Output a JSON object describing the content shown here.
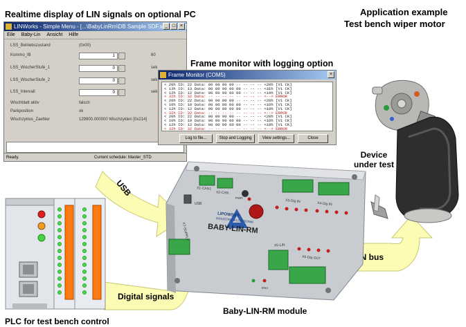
{
  "labels": {
    "realtime": "Realtime display of LIN signals on optional PC",
    "app_line1": "Application example",
    "app_line2": "Test bench wiper motor",
    "frame_monitor": "Frame monitor with logging option",
    "usb": "USB",
    "device_line1": "Device",
    "device_line2": "under test",
    "lin_bus": "LIN bus",
    "digital_signals": "Digital signals",
    "module": "Baby-LIN-RM module",
    "plc": "PLC for test bench control"
  },
  "lin_window": {
    "title": "LINWorks - Simple Menu - [...\\BabyLinRm\\DB Sample SDF.sdf] (COM5)",
    "menu": [
      "Eile",
      "Baby-Lin",
      "Ansicht",
      "Hilfe"
    ],
    "rows": [
      {
        "label": "LSS_Betriebszustand",
        "value": "(0x00)",
        "unit": ""
      },
      {
        "label": "Kommo_IB",
        "value": "1",
        "unit": "60"
      },
      {
        "label": "LSS_WischerStufe_1",
        "value": "0",
        "unit": "sek"
      },
      {
        "label": "LSS_WischerStufe_2",
        "value": "0",
        "unit": "sek"
      },
      {
        "label": "LSS_Intervall",
        "value": "0",
        "unit": "sek"
      },
      {
        "label": "Wischblatt aktiv",
        "value": "falsch",
        "unit": ""
      },
      {
        "label": "Parkposition",
        "value": "ok",
        "unit": ""
      },
      {
        "label": "Wischzyklus_Zaehler",
        "value": "129900.000000 Wischzyklen [0x214]",
        "unit": ""
      }
    ],
    "status_left": "Ready.",
    "status_right": "Current schedule: Master_STD"
  },
  "frame_window": {
    "title": "Frame Monitor (COM5)",
    "lines": [
      {
        "text": "<   20h  ID: 22  Data: 00 00 00 00 -- -- -- --  <20h  [V1 CK]",
        "err": false
      },
      {
        "text": "<   13h  ID: 13  Data: 00 00 00 00 00 -- -- --  <1Eh  [V1 CK]",
        "err": false
      },
      {
        "text": "<   12h  ID: 12  Data: 00 00 00 00 00 -- -- --  <19h  [V1 CK]",
        "err": false
      },
      {
        "text": "<   32h  ID: 32  Data: -- -- -- -- -- -- -- --  <-->  ERROR",
        "err": true
      },
      {
        "text": "<   20h  ID: 22  Data: 00 00 00 00 -- -- -- --  <20h  [V1 CK]",
        "err": false
      },
      {
        "text": "<   10h  ID: 10  Data: 00 00 00 00 00 -- -- --  <1Dh  [V1 CK]",
        "err": false
      },
      {
        "text": "<   12h  ID: 12  Data: 00 00 00 00 00 -- -- --  <19h  [V1 CK]",
        "err": false
      },
      {
        "text": "<   32h  ID: 32  Data: -- -- -- -- -- -- -- --  <-->  ERROR",
        "err": true
      },
      {
        "text": "<   20h  ID: 22  Data: 00 00 00 00 -- -- -- --  <20h  [V1 CK]",
        "err": false
      },
      {
        "text": "<   10h  ID: 10  Data: 00 00 00 00 00 -- -- --  <1Dh  [V1 CK]",
        "err": false
      },
      {
        "text": "<   12h  ID: 12  Data: 00 00 00 00 00 -- -- --  <19h  [V1 CK]",
        "err": false
      },
      {
        "text": "<   32h  ID: 32  Data: -- -- -- -- -- -- -- --  <-->  ERROR",
        "err": true
      }
    ],
    "buttons": [
      "Log to file...",
      "Stop and Logging",
      "View settings...",
      "Close"
    ]
  },
  "module": {
    "brand": "LIPOWSKY",
    "brand_sub": "INDUSTRIE-ELEKTRONIK",
    "name": "BABY-LIN-RM",
    "ports": {
      "usb": "USB",
      "can": "X2-CAN",
      "lin1": "X1-CAN1",
      "supply": "X7-SUPPLY",
      "dig_in": "X3-Dig IN",
      "dig_in2": "X4-Dig IN",
      "lin": "X5-LIN",
      "dig_out": "X6-Dig OUT",
      "pwr": "PWR",
      "ena": "ENA"
    }
  },
  "colors": {
    "arrow_fill": "#fcfcb4",
    "arrow_stroke": "#c8c870",
    "module_body": "#c8ccd0",
    "terminal_green": "#3aa64a",
    "plc_orange": "#ff7a10",
    "plc_green_led": "#4ad24a",
    "plc_red": "#e02020",
    "plc_amber": "#f0a020",
    "titlebar": "#0a246a"
  }
}
